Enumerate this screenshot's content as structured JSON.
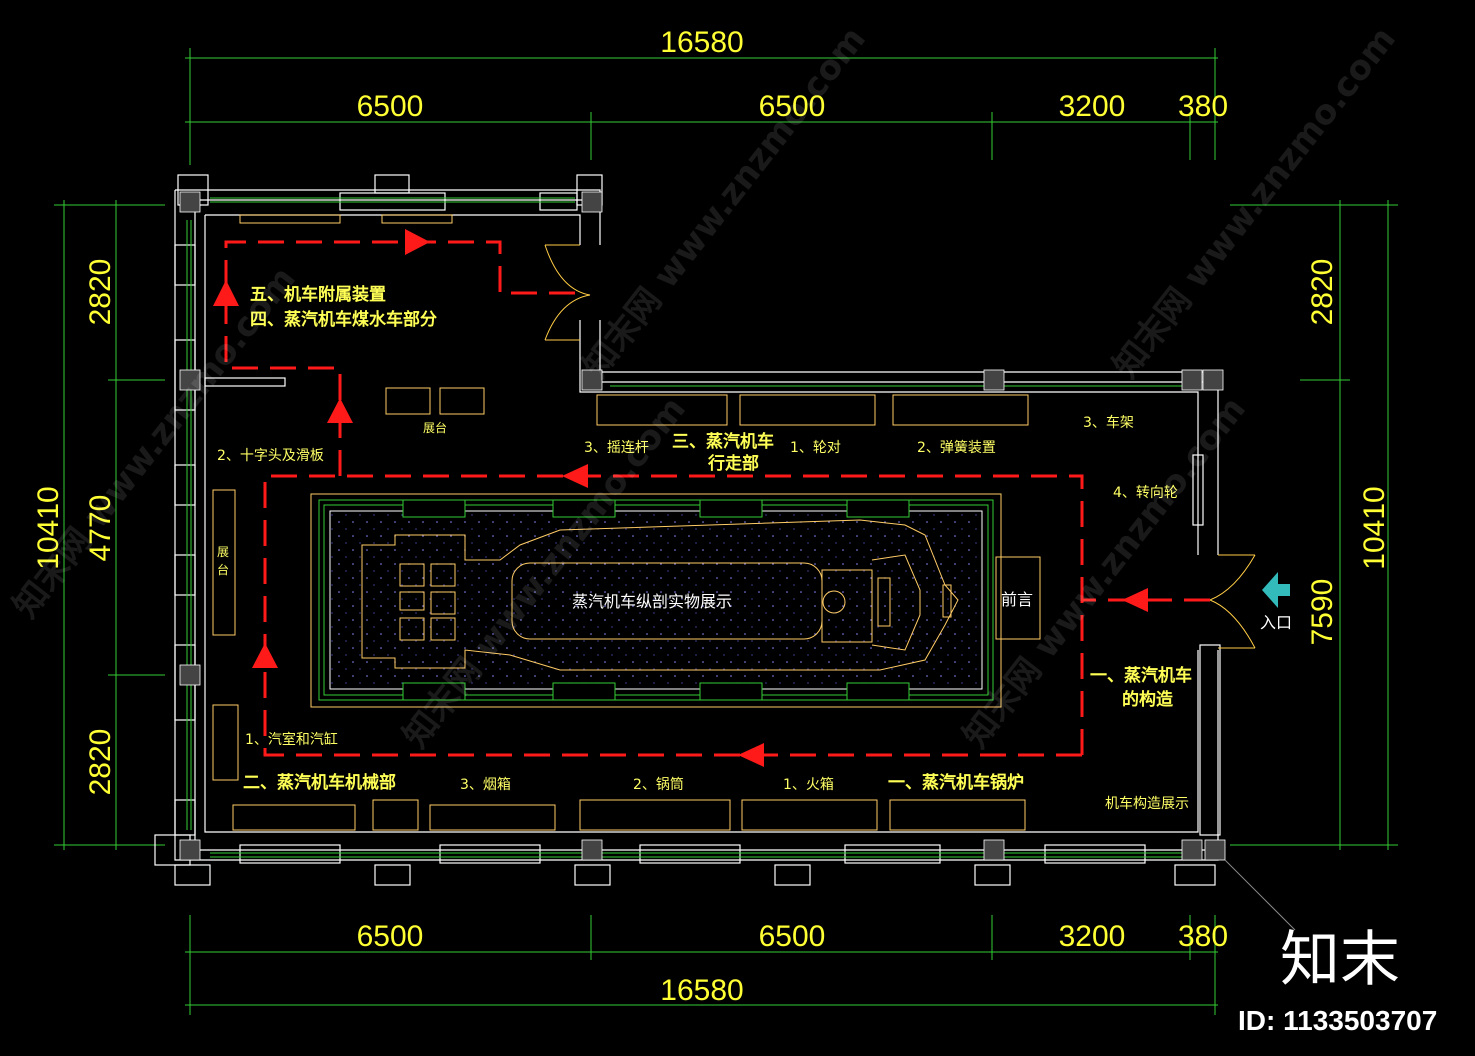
{
  "dimensions": {
    "top_total": "16580",
    "top_segments": [
      "6500",
      "6500",
      "3200",
      "380"
    ],
    "bottom_segments": [
      "6500",
      "6500",
      "3200",
      "380"
    ],
    "bottom_total": "16580",
    "left_total": "10410",
    "left_segments": [
      "2820",
      "4770",
      "2820"
    ],
    "right_total": "10410",
    "right_segments": [
      "2820",
      "7590"
    ]
  },
  "zones": {
    "accessories": "五、机车附属装置",
    "tender": "四、蒸汽机车煤水车部分",
    "running_gear": [
      "三、蒸汽机车",
      "行走部"
    ],
    "mechanism": "二、蒸汽机车机械部",
    "boiler": "一、蒸汽机车锅炉",
    "construction": [
      "一、蒸汽机车",
      "的构造"
    ]
  },
  "labels": {
    "display_table": "展台",
    "display_table_vertical": [
      "展",
      "台"
    ],
    "crosshead": "2、十字头及滑板",
    "connecting_rod": "3、摇连杆",
    "wheelset": "1、轮对",
    "spring": "2、弹簧装置",
    "frame": "3、车架",
    "bogie": "4、转向轮",
    "cylinder": "1、汽室和汽缸",
    "smokebox": "3、烟箱",
    "barrel": "2、锅筒",
    "firebox": "1、火箱",
    "construction_display": "机车构造展示",
    "preface": "前言",
    "entrance": "入口",
    "center_exhibit": "蒸汽机车纵剖实物展示"
  },
  "watermark": {
    "text": "知末网 www.znzmo.com",
    "logo": "知末",
    "id": "ID: 1133503707"
  },
  "colors": {
    "background": "#000000",
    "dimension": "#ffff33",
    "wall": "#ffffff",
    "route": "#ff1a1a",
    "green_line": "#33cc33",
    "outline": "#e8a03c"
  }
}
